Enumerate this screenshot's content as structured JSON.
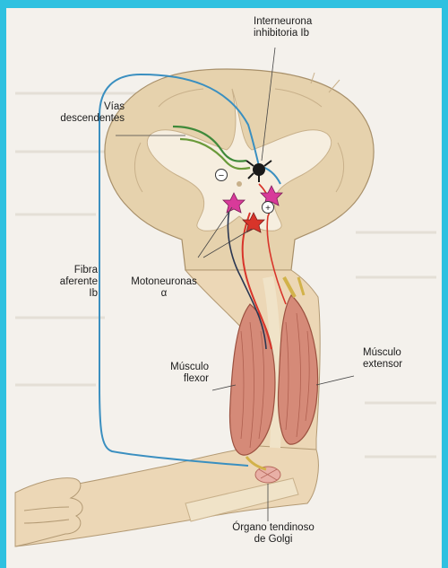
{
  "labels": {
    "interneuron": [
      "Interneurona",
      "inhibitoria Ib"
    ],
    "descending": [
      "Vías",
      "descendentes"
    ],
    "afferent": [
      "Fibra",
      "aferente",
      "Ib"
    ],
    "motoneurons": [
      "Motoneuronas",
      "α"
    ],
    "flexor": [
      "Músculo",
      "flexor"
    ],
    "extensor": [
      "Músculo",
      "extensor"
    ],
    "golgi": [
      "Órgano tendinoso",
      "de Golgi"
    ]
  },
  "synapse_signs": [
    "−",
    "+"
  ],
  "colors": {
    "frame": "#2fc1e0",
    "background": "#f4f1ec",
    "spinal_cord": "#e6d2ad",
    "gray_matter": "#f6eedf",
    "arm": "#ecd7b6",
    "muscle": "#d58a78",
    "afferent_fiber": "#3a8fc0",
    "motor_fiber_red": "#d8342a",
    "motor_fiber_dark": "#2b3752",
    "descending_path": "#3f8a3a",
    "interneuron": "#1a1a1a",
    "motoneuron": "#d83a9a"
  },
  "icons": [
    "interneuron-icon",
    "motoneuron-icon",
    "inhibitory-synapse-icon",
    "excitatory-synapse-icon"
  ]
}
